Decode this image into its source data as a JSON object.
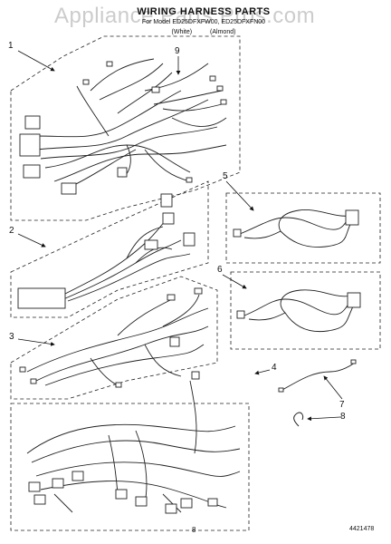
{
  "header": {
    "watermark": "Appliance Parts Pros.com",
    "title": "WIRING HARNESS PARTS",
    "subtitle": "For Model ED25DFXFW00, ED25DFXFN00",
    "color_white": "(White)",
    "color_almond": "(Almond)"
  },
  "callouts": [
    "1",
    "9",
    "2",
    "5",
    "6",
    "3",
    "4",
    "7",
    "8"
  ],
  "footer": {
    "page_number": "8",
    "document_number": "4421478"
  }
}
